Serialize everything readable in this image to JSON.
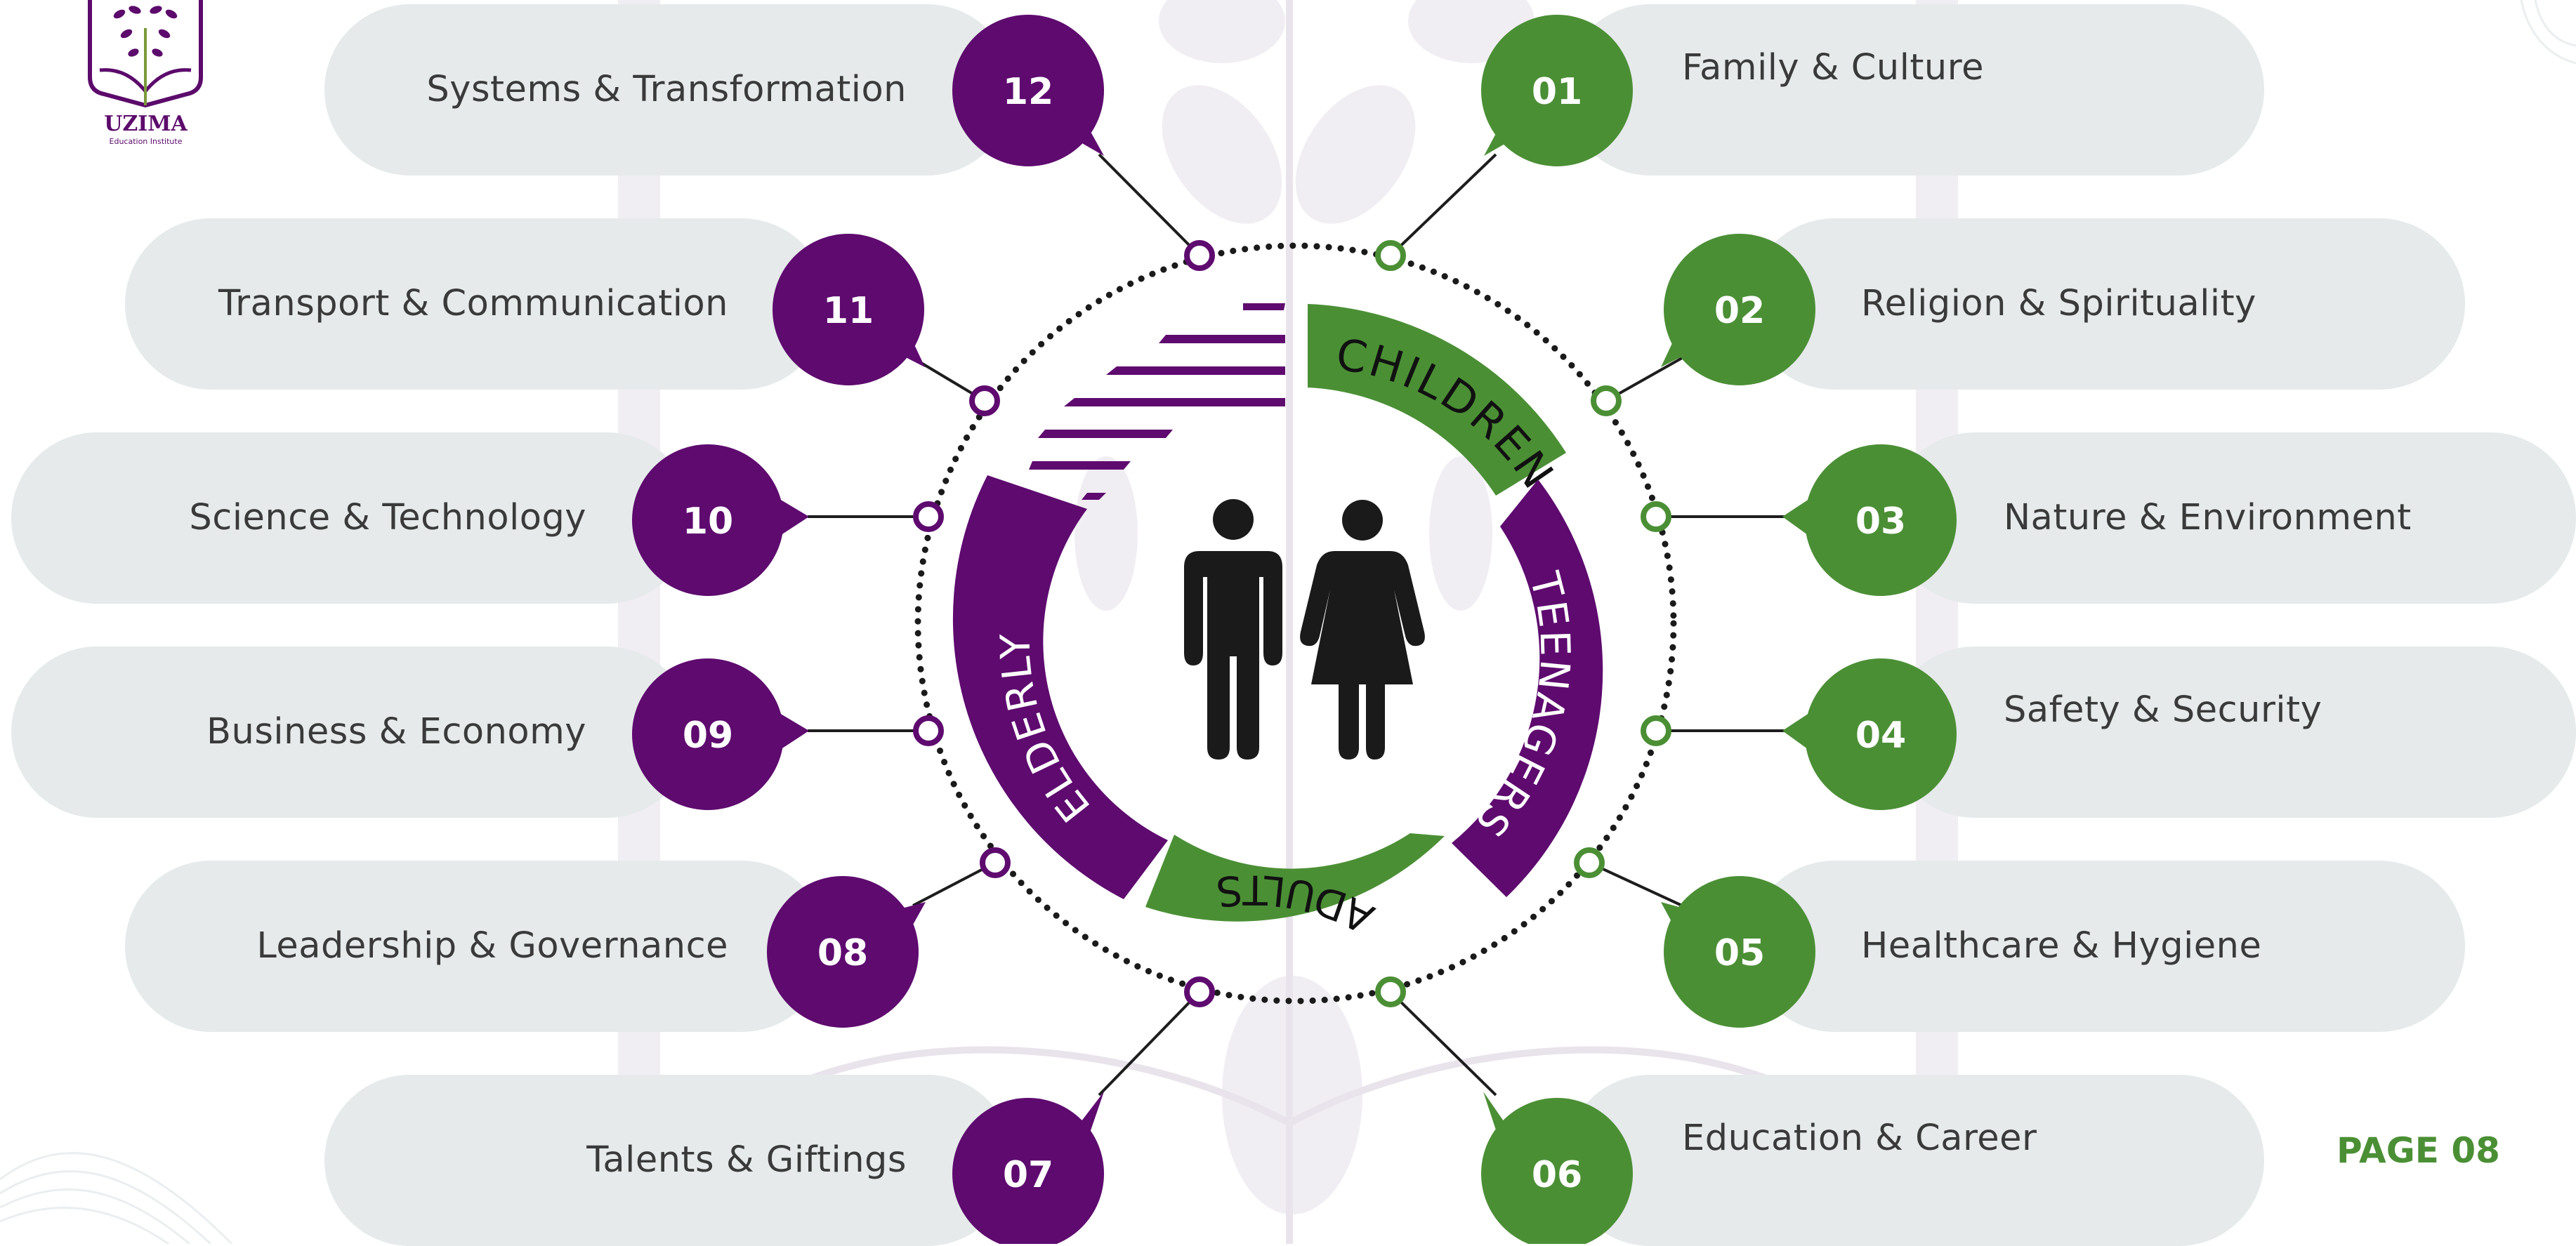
{
  "logo": {
    "name": "UZIMA",
    "subtitle": "Education Institute"
  },
  "page": {
    "label": "PAGE 08"
  },
  "ring": {
    "children": "CHILDREN",
    "teenagers": "TEENAGERS",
    "adults": "ADULTS",
    "elderly": "ELDERLY"
  },
  "center": {
    "icon_left": "man-icon",
    "icon_right": "woman-icon"
  },
  "colors": {
    "purple": "#5e0a6f",
    "green": "#4b8f35",
    "pill": "#e6eaeb",
    "text": "#3a3a3a"
  },
  "topics": [
    {
      "num": "01",
      "label": "Family & Culture"
    },
    {
      "num": "02",
      "label": "Religion & Spirituality"
    },
    {
      "num": "03",
      "label": "Nature & Environment"
    },
    {
      "num": "04",
      "label": "Safety & Security"
    },
    {
      "num": "05",
      "label": "Healthcare & Hygiene"
    },
    {
      "num": "06",
      "label": "Education & Career"
    },
    {
      "num": "07",
      "label": "Talents & Giftings"
    },
    {
      "num": "08",
      "label": "Leadership & Governance"
    },
    {
      "num": "09",
      "label": "Business & Economy"
    },
    {
      "num": "10",
      "label": "Science & Technology"
    },
    {
      "num": "11",
      "label": "Transport & Communication"
    },
    {
      "num": "12",
      "label": "Systems & Transformation"
    }
  ]
}
